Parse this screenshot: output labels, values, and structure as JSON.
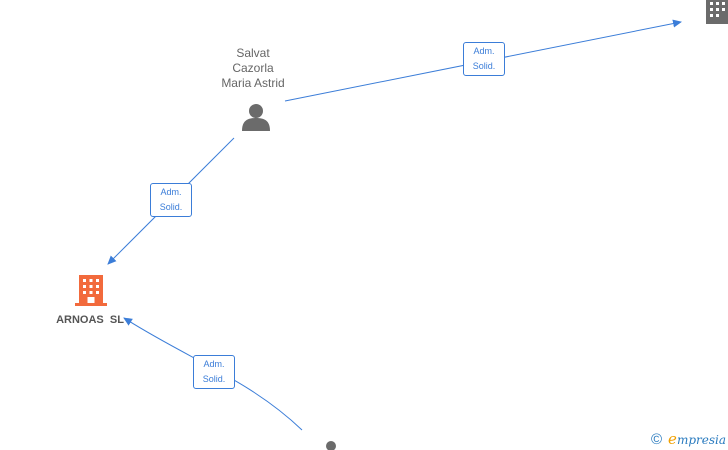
{
  "colors": {
    "edge": "#3b7dd8",
    "person_icon": "#6b6b6b",
    "company_primary": "#f26a3c",
    "company_other": "#6b6b6b"
  },
  "nodes": {
    "person_top": {
      "name_line1": "Salvat",
      "name_line2": "Cazorla",
      "name_line3": "Maria Astrid",
      "icon": "person-icon"
    },
    "company_main": {
      "name": "ARNOAS  SL",
      "icon": "building-icon"
    },
    "company_right": {
      "icon": "building-icon"
    },
    "person_bottom": {
      "icon": "person-icon"
    }
  },
  "edges": [
    {
      "label_line1": "Adm.",
      "label_line2": "Solid."
    },
    {
      "label_line1": "Adm.",
      "label_line2": "Solid."
    },
    {
      "label_line1": "Adm.",
      "label_line2": "Solid."
    }
  ],
  "footer": {
    "copyright_symbol": "©",
    "brand_first": "e",
    "brand_rest": "mpresia"
  }
}
